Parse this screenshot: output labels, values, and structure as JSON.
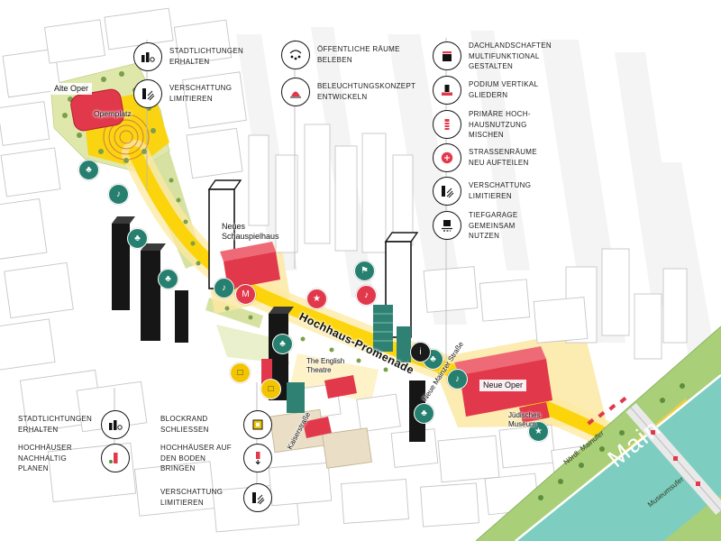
{
  "colors": {
    "accent_red": "#e2384b",
    "promenade_yellow": "#fcd303",
    "badge_teal": "#27806f",
    "river_teal": "#7ecdc1",
    "park_green": "#dfe7ab",
    "bank_green": "#a9cf79"
  },
  "legend": {
    "top_left": [
      {
        "label": "STADTLICHTUNGEN\nERHALTEN"
      },
      {
        "label": "VERSCHATTUNG\nLIMITIEREN"
      }
    ],
    "top_center": [
      {
        "label": "ÖFFENTLICHE RÄUME\nBELEBEN"
      },
      {
        "label": "BELEUCHTUNGSKONZEPT\nENTWICKELN"
      }
    ],
    "top_right": [
      {
        "label": "DACHLANDSCHAFTEN\nMULTIFUNKTIONAL\nGESTALTEN"
      },
      {
        "label": "PODIUM VERTIKAL\nGLIEDERN"
      },
      {
        "label": "PRIMÄRE HOCH-\nHAUSNUTZUNG\nMISCHEN"
      },
      {
        "label": "STRASSENRÄUME\nNEU AUFTEILEN"
      },
      {
        "label": "VERSCHATTUNG\nLIMITIEREN"
      },
      {
        "label": "TIEFGARAGE\nGEMEINSAM\nNUTZEN"
      }
    ],
    "bottom_left": [
      {
        "label": "STADTLICHTUNGEN\nERHALTEN"
      },
      {
        "label": "HOCHHÄUSER\nNACHHALTIG PLANEN"
      }
    ],
    "bottom_center": [
      {
        "label": "BLOCKRAND\nSCHLIESSEN"
      },
      {
        "label": "HOCHHÄUSER AUF\nDEN BODEN BRINGEN"
      },
      {
        "label": "VERSCHATTUNG\nLIMITIEREN"
      }
    ]
  },
  "map": {
    "labels": {
      "alte_oper": "Alte Oper",
      "opernplatz": "Opernplatz",
      "neues_schauspielhaus": "Neues\nSchauspielhaus",
      "english_theatre": "The English\nTheatre",
      "promenade": "Hochhaus-Promenade",
      "neue_oper": "Neue Oper",
      "juedisches_museum": "Jüdisches\nMuseum",
      "kaiserstrasse": "Kaiserstraße",
      "neue_mainzer_strasse": "Neue Mainzer Straße",
      "noerdl_mainufer": "Nördl. Mainufer",
      "main": "Main",
      "museumsufer": "Museumsufer"
    },
    "badges": [
      {
        "glyph": "♣",
        "meaning": "green-space"
      },
      {
        "glyph": "♪",
        "meaning": "culture"
      },
      {
        "glyph": "♣",
        "meaning": "green-space"
      },
      {
        "glyph": "♣",
        "meaning": "green-space"
      },
      {
        "glyph": "♪",
        "meaning": "theatre"
      },
      {
        "glyph": "♣",
        "meaning": "green-space"
      },
      {
        "glyph": "⚑",
        "meaning": "landmark"
      },
      {
        "glyph": "♣",
        "meaning": "green-space"
      },
      {
        "glyph": "♪",
        "meaning": "culture"
      },
      {
        "glyph": "♣",
        "meaning": "green-space"
      },
      {
        "glyph": "★",
        "meaning": "attraction"
      },
      {
        "glyph": "M",
        "meaning": "museum"
      },
      {
        "glyph": "★",
        "meaning": "attraction"
      },
      {
        "glyph": "♪",
        "meaning": "music"
      },
      {
        "glyph": "□",
        "meaning": "block"
      },
      {
        "glyph": "□",
        "meaning": "block"
      },
      {
        "glyph": "i",
        "meaning": "info"
      }
    ]
  }
}
